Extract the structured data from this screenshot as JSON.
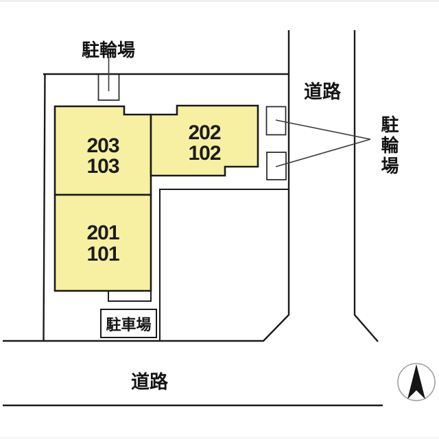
{
  "colors": {
    "building_fill": "#F7F0A2",
    "line": "#1a1a1a",
    "leader_line": "#3a3a3a",
    "compass_ring": "#a0a0a0",
    "compass_needle": "#151515"
  },
  "site_plan": {
    "buildings": [
      {
        "name": "building-203-103",
        "upper": "203",
        "lower": "103"
      },
      {
        "name": "building-202-102",
        "upper": "202",
        "lower": "102"
      },
      {
        "name": "building-201-101",
        "upper": "201",
        "lower": "101"
      }
    ],
    "labels": {
      "bicycle_parking_top": "駐輪場",
      "bicycle_parking_right": "駐輪場",
      "road_right": "道路",
      "road_bottom": "道路",
      "car_parking": "駐車場"
    },
    "icons": {
      "compass": "north-arrow"
    }
  }
}
